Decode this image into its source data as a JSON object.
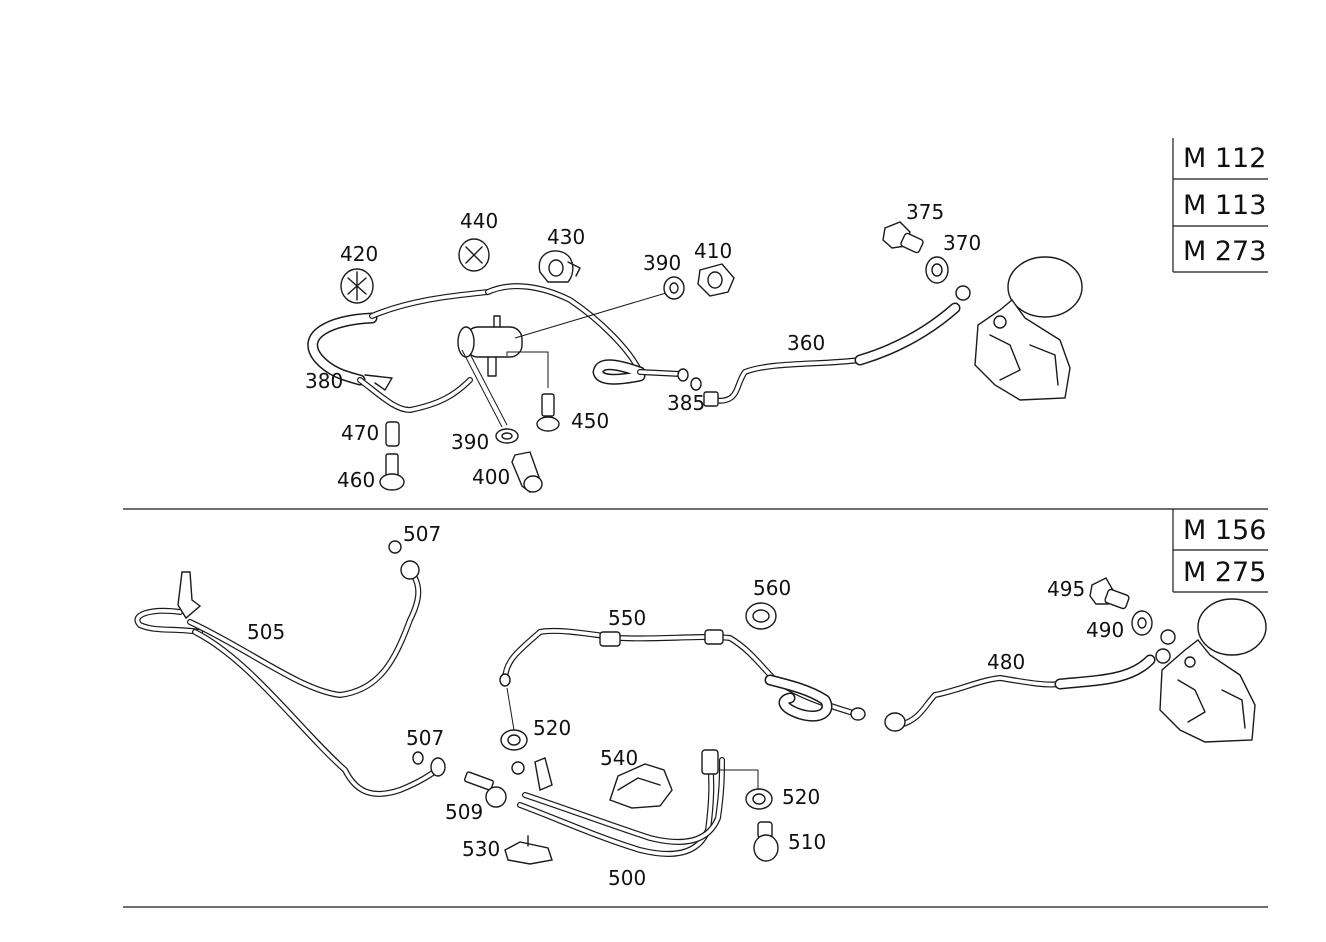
{
  "upper_section": {
    "engine_codes": [
      "M 112",
      "M 113",
      "M 273"
    ],
    "callouts": {
      "c360": "360",
      "c370": "370",
      "c375": "375",
      "c380": "380",
      "c385": "385",
      "c390a": "390",
      "c390b": "390",
      "c400": "400",
      "c410": "410",
      "c420": "420",
      "c430": "430",
      "c440": "440",
      "c450": "450",
      "c460": "460",
      "c470": "470"
    }
  },
  "lower_section": {
    "engine_codes": [
      "M 156",
      "M 275"
    ],
    "callouts": {
      "c480": "480",
      "c490": "490",
      "c495": "495",
      "c500": "500",
      "c505": "505",
      "c507a": "507",
      "c507b": "507",
      "c509": "509",
      "c510": "510",
      "c520a": "520",
      "c520b": "520",
      "c530": "530",
      "c540": "540",
      "c550": "550",
      "c560": "560"
    }
  }
}
